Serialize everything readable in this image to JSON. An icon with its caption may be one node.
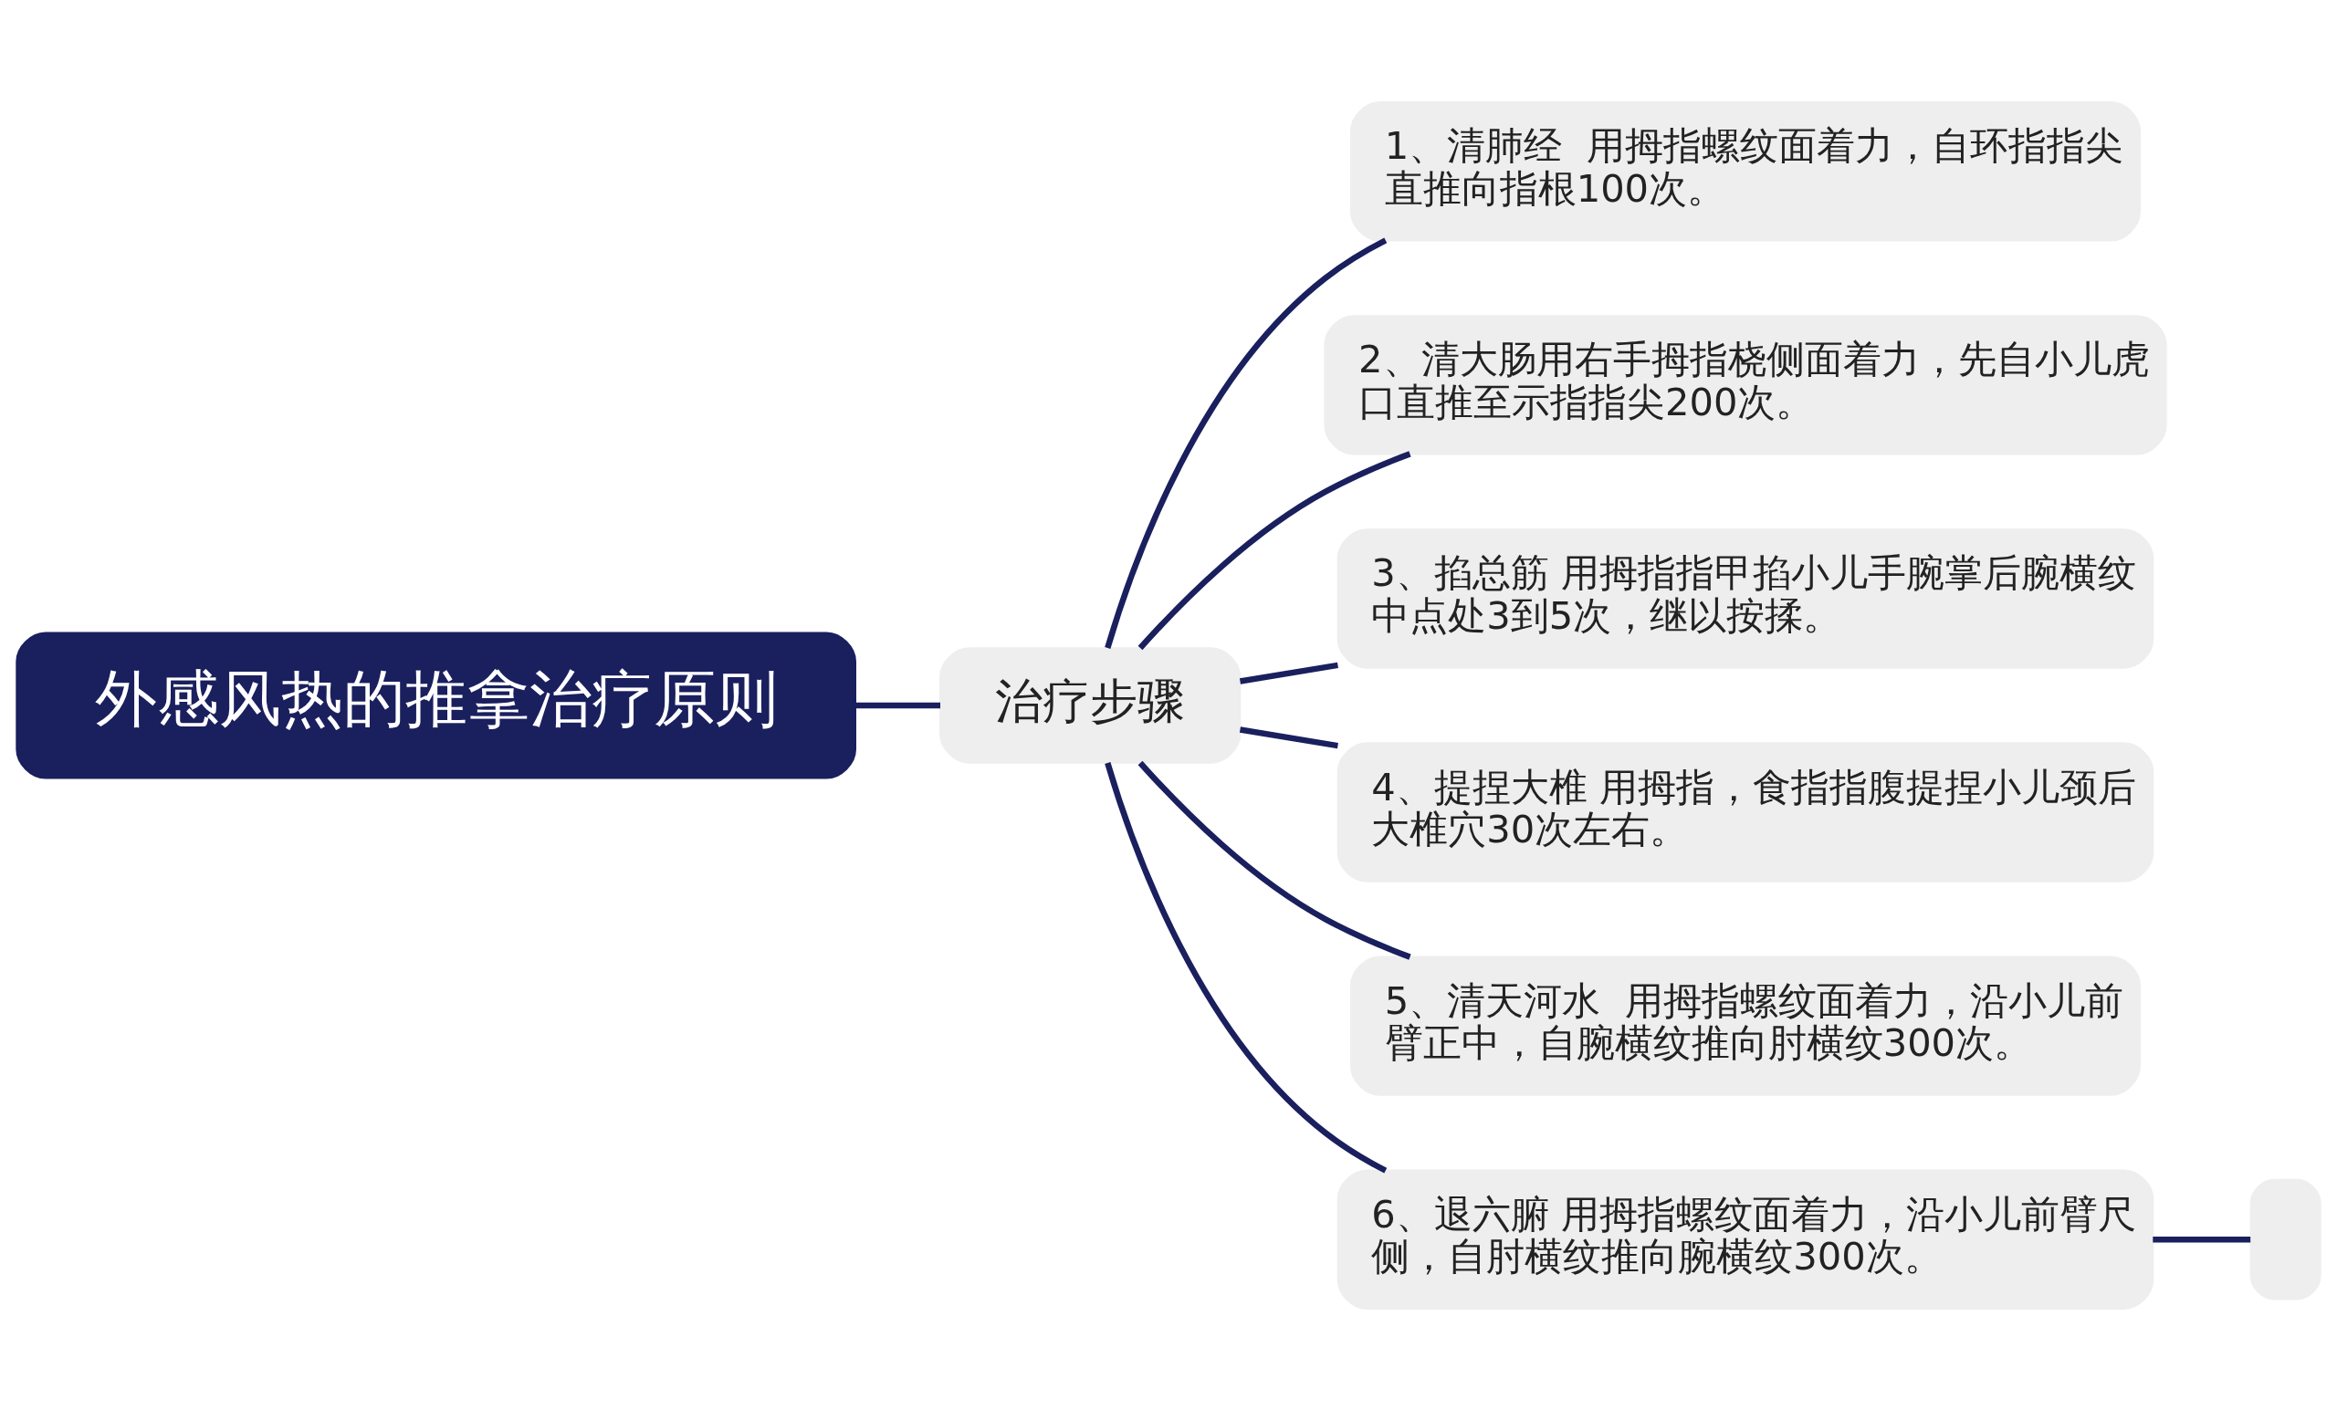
{
  "diagram": {
    "nodes": [
      {
        "text": [
          "外感风热的推拿治疗原则"
        ]
      },
      {
        "text": [
          "治疗步骤"
        ]
      },
      {
        "text": [
          "1、清肺经  用拇指螺纹面着力，自环指指尖直推向指根100次。"
        ]
      },
      {
        "text": [
          "2、清大肠用右手拇指桡侧面着力，先自小儿虎口直推至示指指尖200次。"
        ]
      },
      {
        "text": [
          "3、掐总筋 用拇指指甲掐小儿手腕掌后腕横纹中点处3到5次，继以按揉。"
        ]
      },
      {
        "text": [
          "4、提捏大椎 用拇指，食指指腹提捏小儿颈后大椎穴30次左右。"
        ]
      },
      {
        "text": [
          "5、清天河水  用拇指螺纹面着力，沿小儿前臂正中，自腕横纹推向肘横纹300次。"
        ]
      },
      {
        "text": [
          "6、退六腑 用拇指螺纹面着力，沿小儿前臂尺侧，自肘横纹推向腕横纹300次。"
        ]
      },
      {
        "text": [],
        "shape": "box"
      }
    ],
    "edges": [
      {
        "from": 0,
        "to": 1,
        "arrow": "none"
      },
      {
        "from": 1,
        "to": 2,
        "arrow": "none"
      },
      {
        "from": 1,
        "to": 3,
        "arrow": "none"
      },
      {
        "from": 1,
        "to": 4,
        "arrow": "none"
      },
      {
        "from": 1,
        "to": 5,
        "arrow": "none"
      },
      {
        "from": 1,
        "to": 6,
        "arrow": "none"
      },
      {
        "from": 1,
        "to": 7,
        "arrow": "none"
      },
      {
        "from": 7,
        "to": 8,
        "arrow": "none"
      }
    ]
  }
}
